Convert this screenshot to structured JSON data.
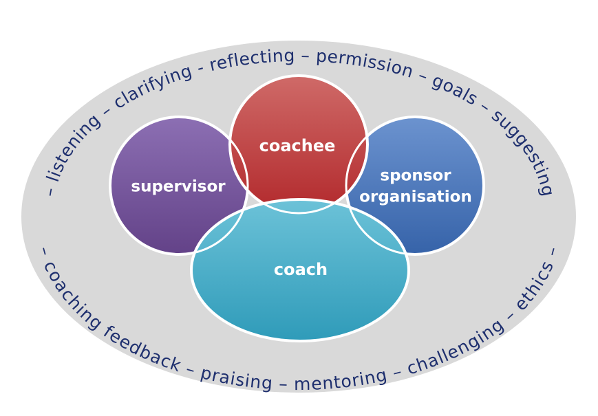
{
  "ring": {
    "top": "– listening – clarifying - reflecting – permission – goals – suggesting",
    "bottom": "– coaching feedback – praising  –  mentoring  –  challenging – ethics –"
  },
  "bubbles": {
    "coachee": "coachee",
    "supervisor": "supervisor",
    "sponsor_line1": "sponsor",
    "sponsor_line2": "organisation",
    "coach": "coach"
  },
  "colors": {
    "ellipse_fill": "#d9d9d9",
    "ellipse_stroke": "#ffffff",
    "coachee": "#c0393b",
    "supervisor": "#74509a",
    "sponsor": "#3f6fb8",
    "coach": "#3ea8c6",
    "ring_text": "#1e2f6e"
  }
}
